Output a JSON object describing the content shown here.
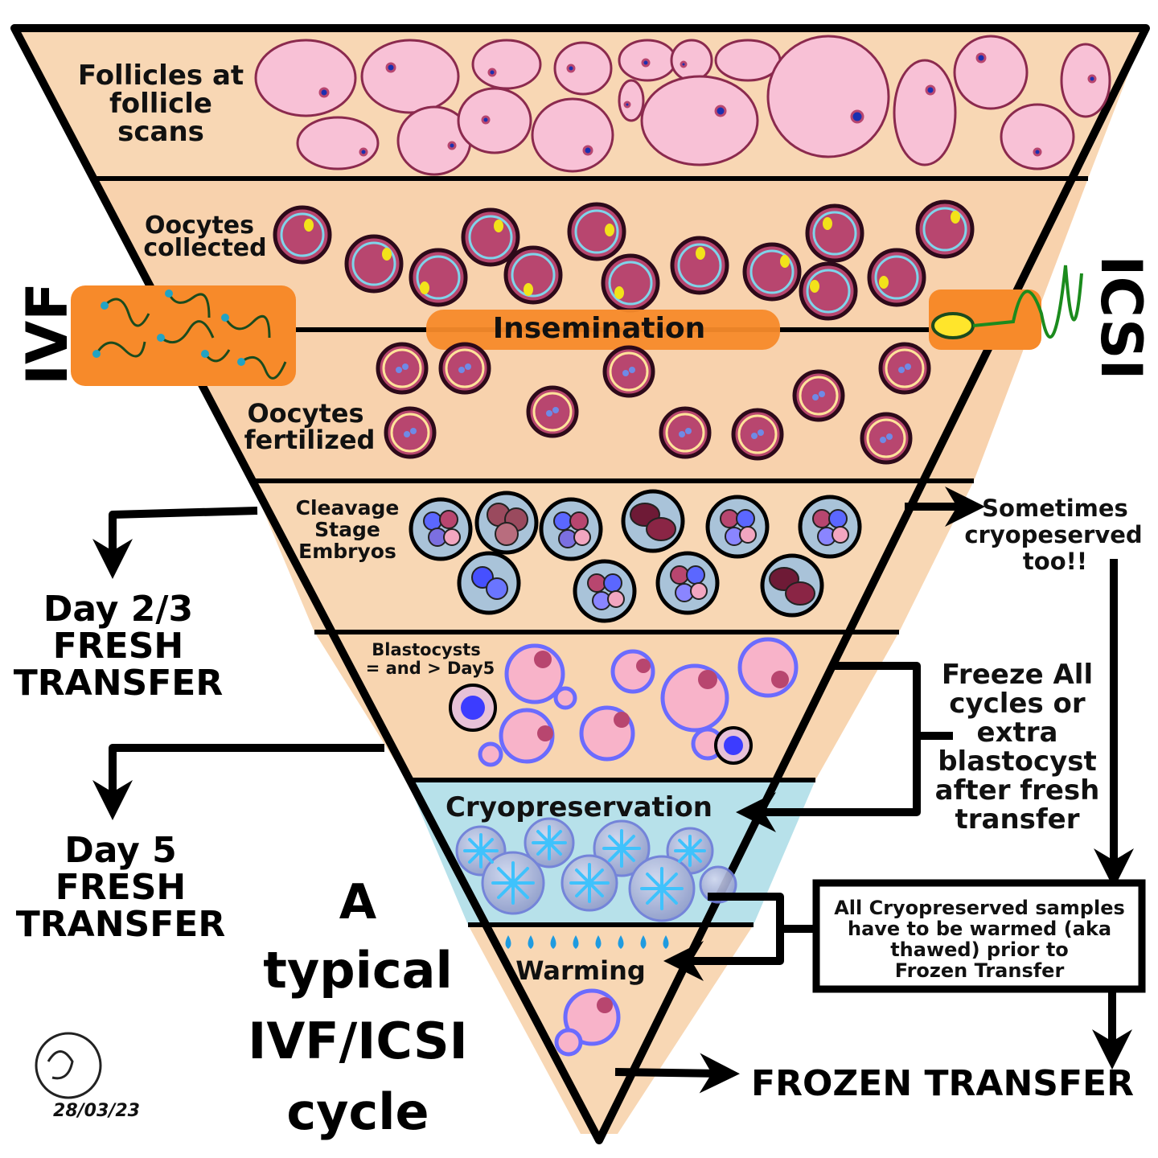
{
  "funnel": {
    "follicles_label": [
      "Follicles at",
      "follicle",
      "scans"
    ],
    "oocytes_collected_label": [
      "Oocytes",
      "collected"
    ],
    "insemination_label": "Insemination",
    "oocytes_fertilized_label": [
      "Oocytes",
      "fertilized"
    ],
    "cleavage_label": [
      "Cleavage",
      "Stage",
      "Embryos"
    ],
    "blastocysts_label": [
      "Blastocysts",
      "= and > Day5"
    ],
    "cryo_label": "Cryopreservation",
    "warming_label": "Warming"
  },
  "sides": {
    "ivf": "IVF",
    "icsi": "ICSI"
  },
  "outcomes": {
    "day23": [
      "Day 2/3",
      "FRESH",
      "TRANSFER"
    ],
    "day5": [
      "Day 5",
      "FRESH",
      "TRANSFER"
    ],
    "sometimes": [
      "Sometimes",
      "cryopeserved",
      "too!!"
    ],
    "freeze_all": [
      "Freeze All",
      "cycles or",
      "extra",
      "blastocyst",
      "after fresh",
      "transfer"
    ],
    "warmed_note": [
      "All Cryopreserved samples",
      "have to be warmed (aka",
      "thawed) prior to",
      "Frozen Transfer"
    ],
    "frozen_transfer": "FROZEN TRANSFER"
  },
  "title": [
    "A",
    "typical",
    "IVF/ICSI",
    "cycle"
  ],
  "signature_date": "28/03/23",
  "colors": {
    "funnel_fill": "#f8d7b4",
    "cryo_fill": "#b7e1ea",
    "follicle_fill": "#f8c1d6",
    "oocyte_fill": "#b8466f",
    "brush_orange": "#f78a2a",
    "snowflake": "#33bfff"
  }
}
